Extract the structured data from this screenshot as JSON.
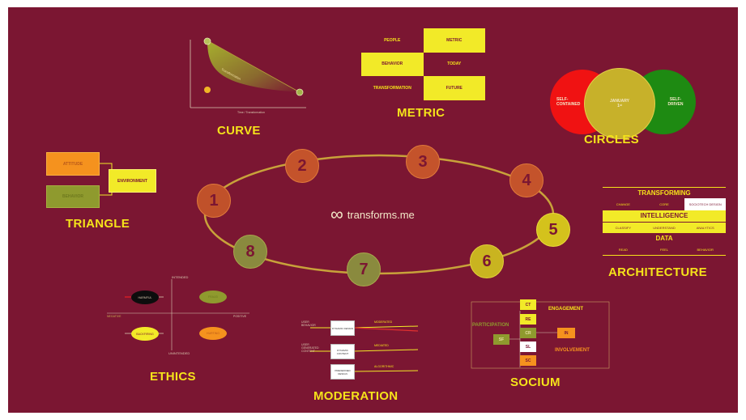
{
  "brand": {
    "label": "transforms.me",
    "icon": "infinity-icon"
  },
  "cycle": {
    "nodes": [
      "1",
      "2",
      "3",
      "4",
      "5",
      "6",
      "7",
      "8"
    ]
  },
  "curve": {
    "title": "CURVE",
    "inner_label": "Transformation",
    "axis_label": "Time / Transformation"
  },
  "metric": {
    "title": "METRIC",
    "cells": [
      [
        "PEOPLE",
        "METRIC"
      ],
      [
        "BEHAVIOR",
        "TODAY"
      ],
      [
        "TRANSFORMATION",
        "FUTURE"
      ]
    ]
  },
  "circles": {
    "title": "CIRCLES",
    "left": "SELF-CONTAINED",
    "middle": "JANUARY 1ˢᵗ",
    "right": "SELF-DRIVEN"
  },
  "triangle": {
    "title": "TRIANGLE",
    "box1": "ATTITUDE",
    "box2": "BEHAVIOR",
    "box3": "ENVIRONMENT"
  },
  "architecture": {
    "title": "ARCHITECTURE",
    "row1": "TRANSFORMING",
    "row1_cells": [
      "CHANGE",
      "CORE",
      "SOCIOTECH DESIGN"
    ],
    "row2": "INTELLIGENCE",
    "row2_cells": [
      "CLASSIFY",
      "UNDERSTAND",
      "ANALYTICS"
    ],
    "row3": "DATA",
    "row3_cells": [
      "READ",
      "FEEL",
      "BEHAVIOR"
    ]
  },
  "ethics": {
    "title": "ETHICS",
    "axis_top": "INTENDED",
    "axis_bottom": "UNINTENDED",
    "axis_left": "NEGATIVE",
    "axis_right": "POSITIVE",
    "q1": "HARMFUL",
    "q2": "FRAUD",
    "q3": "BACKFIRING",
    "q4": "HURTING"
  },
  "moderation": {
    "title": "MODERATION",
    "rows": [
      {
        "left": "USER BEHAVIOR",
        "box": "DYNAMIC DESIGN",
        "right": "MODERATED"
      },
      {
        "left": "USER GENERATED CONTENT",
        "box": "DYNAMIC CONTENT",
        "right": "MEDIATED"
      },
      {
        "left": "",
        "box": "PREDEFINED DESIGN",
        "right": "ALGORITHMIC"
      }
    ]
  },
  "socium": {
    "title": "SOCIUM",
    "participation": "PARTICIPATION",
    "engagement": "ENGAGEMENT",
    "involvement": "INVOLVEMENT",
    "nodes": [
      "CT",
      "RE",
      "CR",
      "SL",
      "SC",
      "SF",
      "IN"
    ]
  }
}
